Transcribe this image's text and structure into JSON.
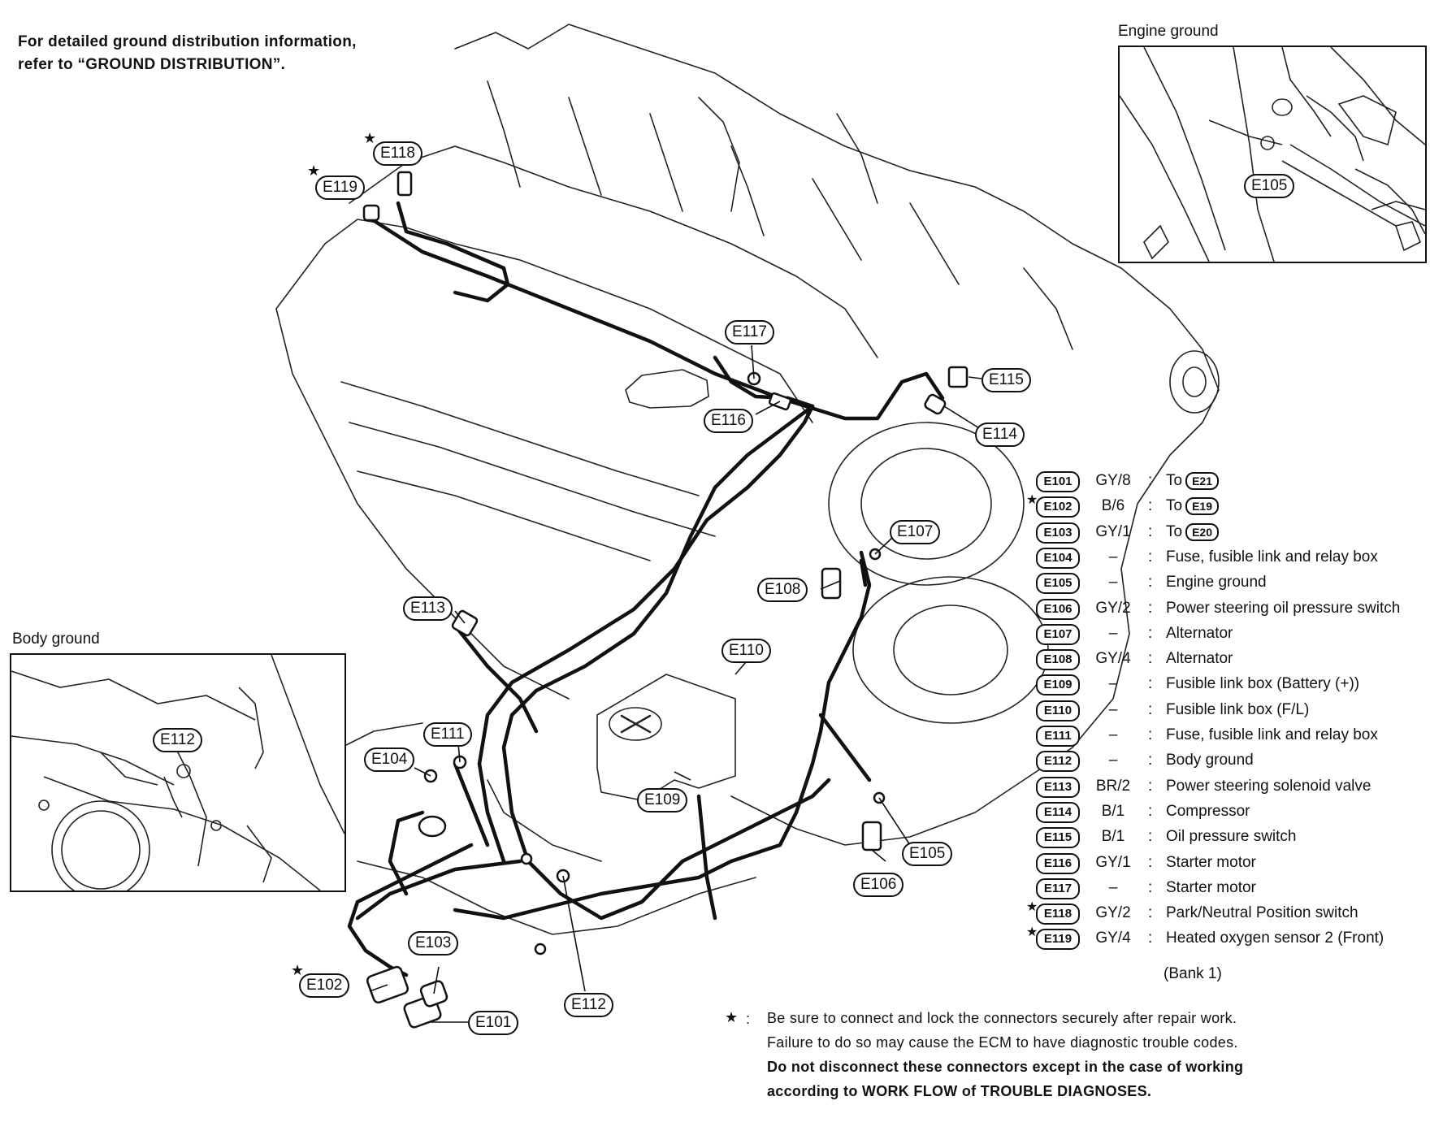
{
  "header_note": {
    "line1": "For detailed ground distribution information,",
    "line2": "refer to “GROUND DISTRIBUTION”."
  },
  "insets": {
    "engine_ground": {
      "title": "Engine ground",
      "callout": "E105"
    },
    "body_ground": {
      "title": "Body ground",
      "callout": "E112"
    }
  },
  "callouts": {
    "e101": "E101",
    "e102": "E102",
    "e103": "E103",
    "e104": "E104",
    "e105": "E105",
    "e106": "E106",
    "e107": "E107",
    "e108": "E108",
    "e109": "E109",
    "e110": "E110",
    "e111": "E111",
    "e112": "E112",
    "e113": "E113",
    "e114": "E114",
    "e115": "E115",
    "e116": "E116",
    "e117": "E117",
    "e118": "E118",
    "e119": "E119"
  },
  "star_symbol": "★",
  "legend": [
    {
      "code": "E101",
      "star": false,
      "wire": "GY/8",
      "dest_prefix": "To",
      "dest_badge": "E21",
      "dest": ""
    },
    {
      "code": "E102",
      "star": true,
      "wire": "B/6",
      "dest_prefix": "To",
      "dest_badge": "E19",
      "dest": ""
    },
    {
      "code": "E103",
      "star": false,
      "wire": "GY/1",
      "dest_prefix": "To",
      "dest_badge": "E20",
      "dest": ""
    },
    {
      "code": "E104",
      "star": false,
      "wire": "–",
      "dest": "Fuse, fusible link and relay box"
    },
    {
      "code": "E105",
      "star": false,
      "wire": "–",
      "dest": "Engine ground"
    },
    {
      "code": "E106",
      "star": false,
      "wire": "GY/2",
      "dest": "Power steering oil pressure switch"
    },
    {
      "code": "E107",
      "star": false,
      "wire": "–",
      "dest": "Alternator"
    },
    {
      "code": "E108",
      "star": false,
      "wire": "GY/4",
      "dest": "Alternator"
    },
    {
      "code": "E109",
      "star": false,
      "wire": "–",
      "dest": "Fusible link box (Battery (+))"
    },
    {
      "code": "E110",
      "star": false,
      "wire": "–",
      "dest": "Fusible link box (F/L)"
    },
    {
      "code": "E111",
      "star": false,
      "wire": "–",
      "dest": "Fuse, fusible link and relay box"
    },
    {
      "code": "E112",
      "star": false,
      "wire": "–",
      "dest": "Body ground"
    },
    {
      "code": "E113",
      "star": false,
      "wire": "BR/2",
      "dest": "Power steering solenoid valve"
    },
    {
      "code": "E114",
      "star": false,
      "wire": "B/1",
      "dest": "Compressor"
    },
    {
      "code": "E115",
      "star": false,
      "wire": "B/1",
      "dest": "Oil pressure switch"
    },
    {
      "code": "E116",
      "star": false,
      "wire": "GY/1",
      "dest": "Starter motor"
    },
    {
      "code": "E117",
      "star": false,
      "wire": "–",
      "dest": "Starter motor"
    },
    {
      "code": "E118",
      "star": true,
      "wire": "GY/2",
      "dest": "Park/Neutral Position switch"
    },
    {
      "code": "E119",
      "star": true,
      "wire": "GY/4",
      "dest": "Heated oxygen sensor 2 (Front)"
    }
  ],
  "legend_continuation": "(Bank 1)",
  "legend_colon": ":",
  "footnote": {
    "star": "★",
    "colon": ":",
    "line1": "Be sure to connect and lock the connectors securely after repair work.",
    "line2": "Failure to do so may cause the ECM to have diagnostic trouble codes.",
    "line3": "Do not disconnect these connectors except in the case of working",
    "line4": "according to WORK FLOW of TROUBLE DIAGNOSES."
  }
}
